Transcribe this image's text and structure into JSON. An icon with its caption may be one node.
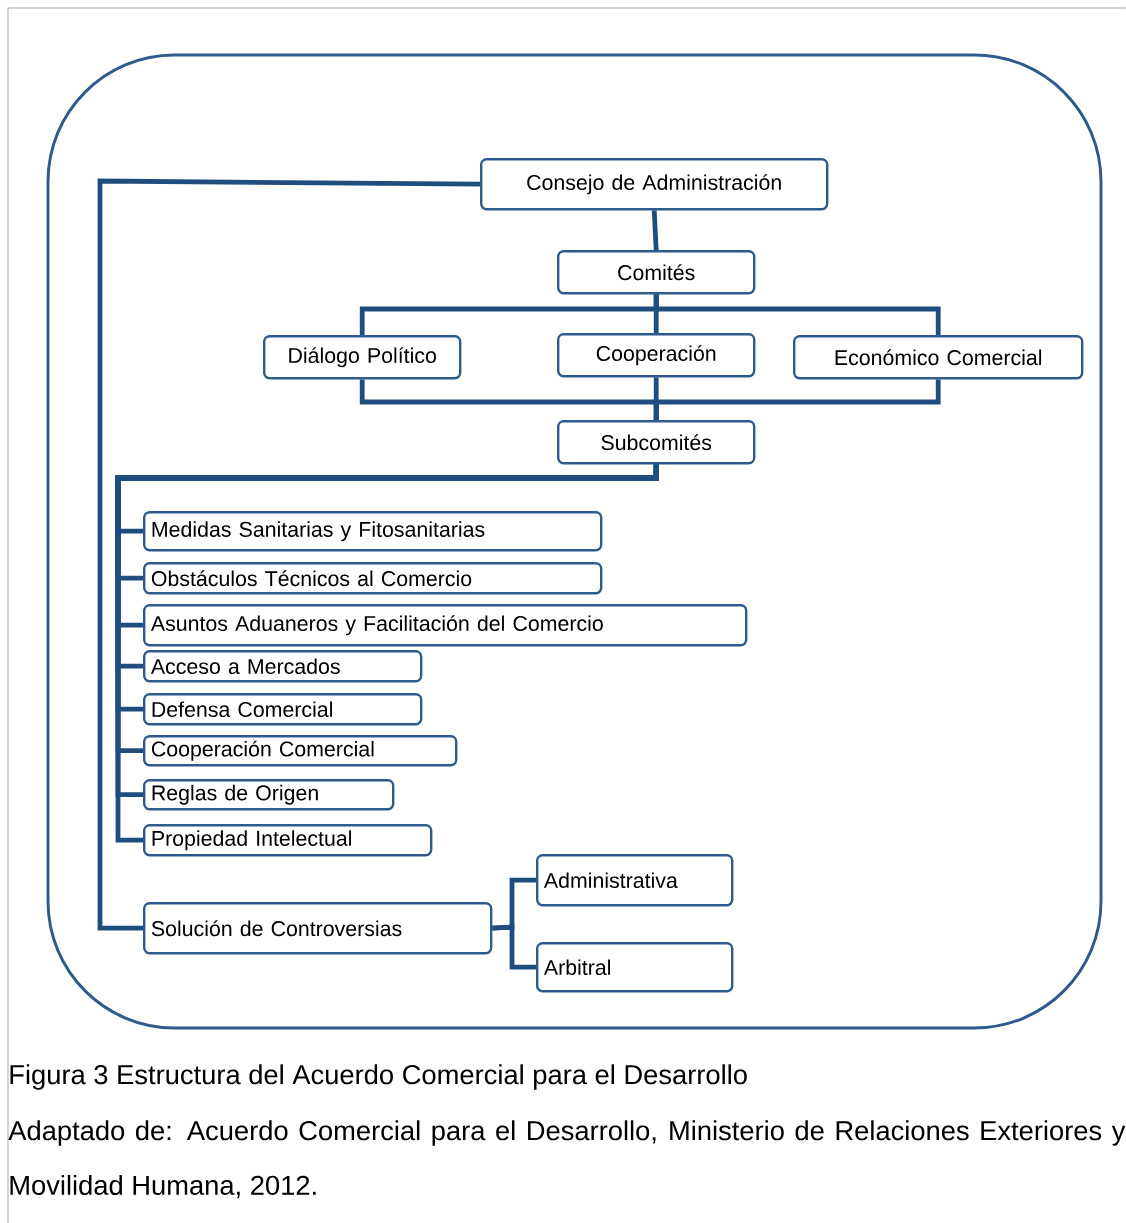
{
  "diagram": {
    "caption": "Figura 3 Estructura del Acuerdo Comercial para el Desarrollo",
    "nodes": [
      {
        "text": [
          "Consejo de Administración"
        ]
      },
      {
        "text": [
          "Comités"
        ]
      },
      {
        "text": [
          "Diálogo Político"
        ]
      },
      {
        "text": [
          "Cooperación"
        ]
      },
      {
        "text": [
          "Económico Comercial"
        ]
      },
      {
        "text": [
          "Subcomités"
        ]
      },
      {
        "text": [
          "Medidas Sanitarias y Fitosanitarias"
        ]
      },
      {
        "text": [
          "Obstáculos Técnicos al Comercio"
        ]
      },
      {
        "text": [
          "Asuntos Aduaneros y Facilitación del Comercio"
        ]
      },
      {
        "text": [
          "Acceso a Mercados"
        ]
      },
      {
        "text": [
          "Defensa Comercial"
        ]
      },
      {
        "text": [
          "Cooperación Comercial"
        ]
      },
      {
        "text": [
          "Reglas de Origen"
        ]
      },
      {
        "text": [
          "Propiedad Intelectual"
        ]
      },
      {
        "text": [
          "Solución de Controversias"
        ]
      },
      {
        "text": [
          "Administrativa"
        ]
      },
      {
        "text": [
          "Arbitral"
        ]
      }
    ],
    "edges": [
      {
        "from": 0,
        "to": 1,
        "arrow": "none"
      },
      {
        "from": 1,
        "to": 2,
        "arrow": "none"
      },
      {
        "from": 1,
        "to": 3,
        "arrow": "none"
      },
      {
        "from": 1,
        "to": 4,
        "arrow": "none"
      },
      {
        "from": 2,
        "to": 5,
        "arrow": "none"
      },
      {
        "from": 3,
        "to": 5,
        "arrow": "none"
      },
      {
        "from": 4,
        "to": 5,
        "arrow": "none"
      },
      {
        "from": 5,
        "to": 6,
        "arrow": "none"
      },
      {
        "from": 5,
        "to": 7,
        "arrow": "none"
      },
      {
        "from": 5,
        "to": 8,
        "arrow": "none"
      },
      {
        "from": 5,
        "to": 9,
        "arrow": "none"
      },
      {
        "from": 5,
        "to": 10,
        "arrow": "none"
      },
      {
        "from": 5,
        "to": 11,
        "arrow": "none"
      },
      {
        "from": 5,
        "to": 12,
        "arrow": "none"
      },
      {
        "from": 5,
        "to": 13,
        "arrow": "none"
      },
      {
        "from": 0,
        "to": 14,
        "arrow": "none"
      },
      {
        "from": 14,
        "to": 15,
        "arrow": "none"
      },
      {
        "from": 14,
        "to": 16,
        "arrow": "none"
      }
    ],
    "labels": [
      "Adaptado de: Acuerdo Comercial para el Desarrollo, Ministerio de Relaciones Exteriores y Movilidad Humana, 2012."
    ]
  }
}
